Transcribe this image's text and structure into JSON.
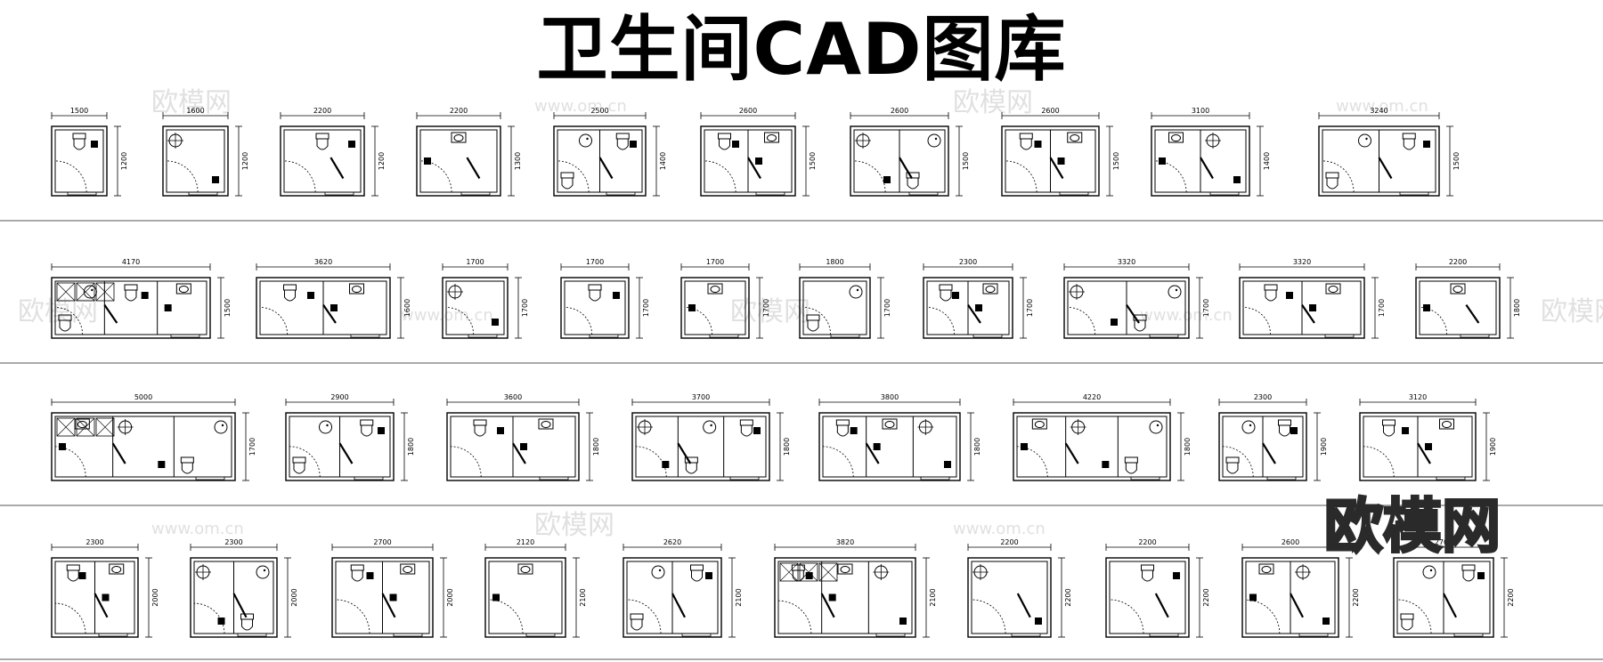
{
  "title": "卫生间CAD图库",
  "watermark": {
    "site_text": "www.om.cn",
    "brand_text": "欧模网"
  },
  "logo_text": "欧模网",
  "colors": {
    "line": "#000000",
    "watermark": "#d9d9d9",
    "logo": "#2a2a2a"
  },
  "rows": [
    [
      {
        "w": "1500",
        "h": "1200"
      },
      {
        "w": "1600",
        "h": "1200"
      },
      {
        "w": "2200",
        "h": "1200"
      },
      {
        "w": "2200",
        "h": "1300"
      },
      {
        "w": "2500",
        "h": "1400"
      },
      {
        "w": "2600",
        "h": "1500"
      },
      {
        "w": "2600",
        "h": "1500"
      },
      {
        "w": "2600",
        "h": "1500"
      },
      {
        "w": "3100",
        "h": "1400"
      },
      {
        "w": "3240",
        "h": "1500"
      }
    ],
    [
      {
        "w": "4170",
        "h": "1500"
      },
      {
        "w": "3620",
        "h": "1600"
      },
      {
        "w": "1700",
        "h": "1700"
      },
      {
        "w": "1700",
        "h": "1700"
      },
      {
        "w": "1700",
        "h": "1700"
      },
      {
        "w": "1800",
        "h": "1700"
      },
      {
        "w": "2300",
        "h": "1700"
      },
      {
        "w": "3320",
        "h": "1700"
      },
      {
        "w": "3320",
        "h": "1700"
      },
      {
        "w": "2200",
        "h": "1800"
      }
    ],
    [
      {
        "w": "5000",
        "h": "1700"
      },
      {
        "w": "2900",
        "h": "1800"
      },
      {
        "w": "3600",
        "h": "1800"
      },
      {
        "w": "3700",
        "h": "1800"
      },
      {
        "w": "3800",
        "h": "1800"
      },
      {
        "w": "4220",
        "h": "1800"
      },
      {
        "w": "2300",
        "h": "1900"
      },
      {
        "w": "3120",
        "h": "1900"
      }
    ],
    [
      {
        "w": "2300",
        "h": "2000"
      },
      {
        "w": "2300",
        "h": "2000"
      },
      {
        "w": "2700",
        "h": "2000"
      },
      {
        "w": "2120",
        "h": "2100"
      },
      {
        "w": "2620",
        "h": "2100"
      },
      {
        "w": "3820",
        "h": "2100"
      },
      {
        "w": "2200",
        "h": "2200"
      },
      {
        "w": "2200",
        "h": "2200"
      },
      {
        "w": "2600",
        "h": "2200"
      },
      {
        "w": "2700",
        "h": "2200"
      }
    ]
  ]
}
